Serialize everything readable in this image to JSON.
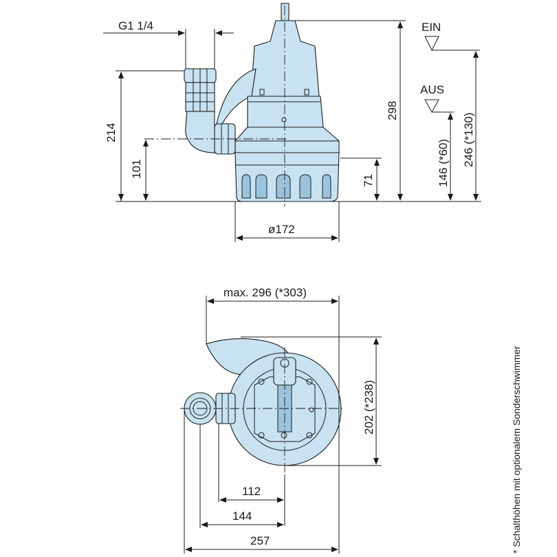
{
  "side_view": {
    "thread_label": "G1 1/4",
    "height_inlet_label": "214",
    "height_outlet_label": "101",
    "height_total_label": "298",
    "height_base_label": "71",
    "diameter_label": "ø172",
    "on_label": "EIN",
    "off_label": "AUS",
    "switch_on_label": "246 (*130)",
    "switch_off_label": "146 (*60)"
  },
  "top_view": {
    "width_max_label": "max. 296 (*303)",
    "depth_label": "202 (*238)",
    "offset_112_label": "112",
    "offset_144_label": "144",
    "width_257_label": "257"
  },
  "footnote": "* Schalthöhen mit optionalem Sonderschwimmer",
  "colors": {
    "pump_body": "#c8e2f1",
    "line": "#1a1a1a"
  }
}
